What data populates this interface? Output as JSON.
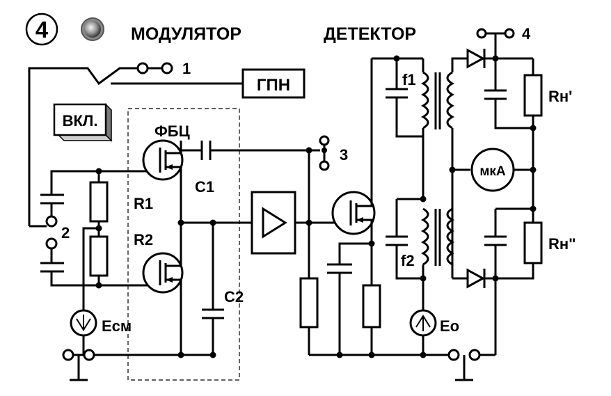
{
  "figure_number": "4",
  "headings": {
    "modulator": "МОДУЛЯТОР",
    "detector": "ДЕТЕКТОР"
  },
  "blocks": {
    "gpn": "ГПН",
    "on_button": "ВКЛ.",
    "meter": "мкА"
  },
  "terminals": {
    "t1": "1",
    "t2": "2",
    "t3": "3",
    "t4": "4"
  },
  "components": {
    "fbc": "ФБЦ",
    "c1": "C1",
    "c2": "C2",
    "r1": "R1",
    "r2": "R2",
    "f1": "f1",
    "f2": "f2",
    "rn1": "Rн'",
    "rn2": "Rн\"",
    "ecm": "Eсм",
    "eo": "Eo"
  }
}
